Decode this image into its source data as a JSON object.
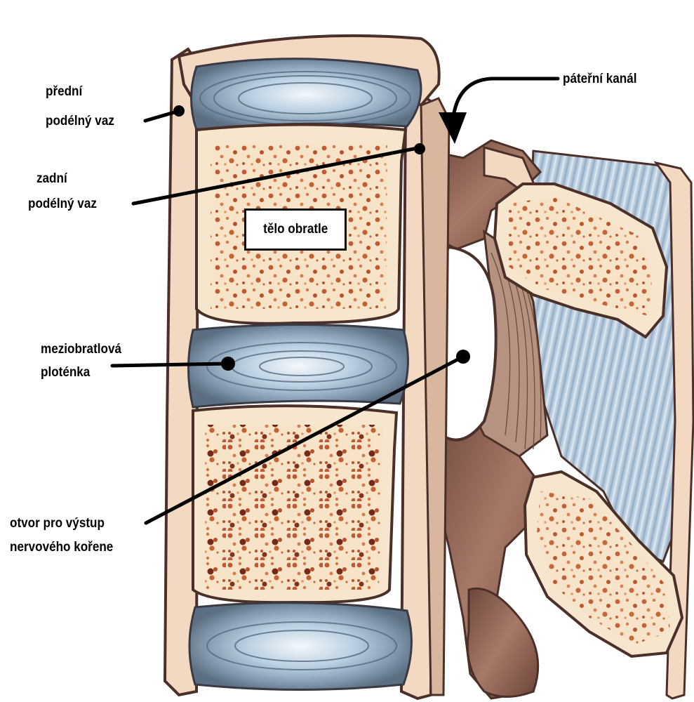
{
  "labels": {
    "anterior_ligament_line1": "přední",
    "anterior_ligament_line2": "podélný vaz",
    "posterior_ligament_line1": "zadní",
    "posterior_ligament_line2": "podélný vaz",
    "vertebral_body": "tělo obratle",
    "disc_line1": "meziobratlová",
    "disc_line2": "ploténka",
    "foramen_line1": "otvor pro výstup",
    "foramen_line2": "nervového kořene",
    "spinal_canal": "páteřní kanál"
  },
  "colors": {
    "bone_fill": "#f6e6cd",
    "bone_spots": "#c0522a",
    "disc_blue": "#a9c2d6",
    "ligament": "#f3d9c2",
    "tissue_brown": "#8a5a48",
    "muscle_blue": "#b9cde0",
    "outline": "#4a3028"
  }
}
